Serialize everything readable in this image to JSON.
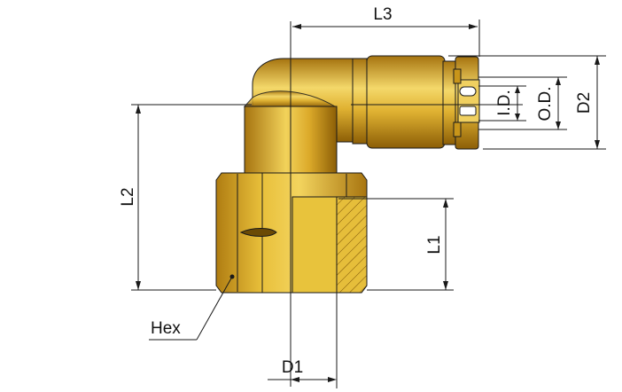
{
  "labels": {
    "l3": "L3",
    "d2": "D2",
    "od": "O.D.",
    "id": "I.D.",
    "l2": "L2",
    "l1": "L1",
    "hex": "Hex",
    "d1": "D1"
  },
  "colors": {
    "brass_light": "#f2d25a",
    "brass_mid": "#d9a31e",
    "brass_dark": "#9a6a08",
    "line": "#1a1a1a",
    "bore": "#e8c33c"
  }
}
